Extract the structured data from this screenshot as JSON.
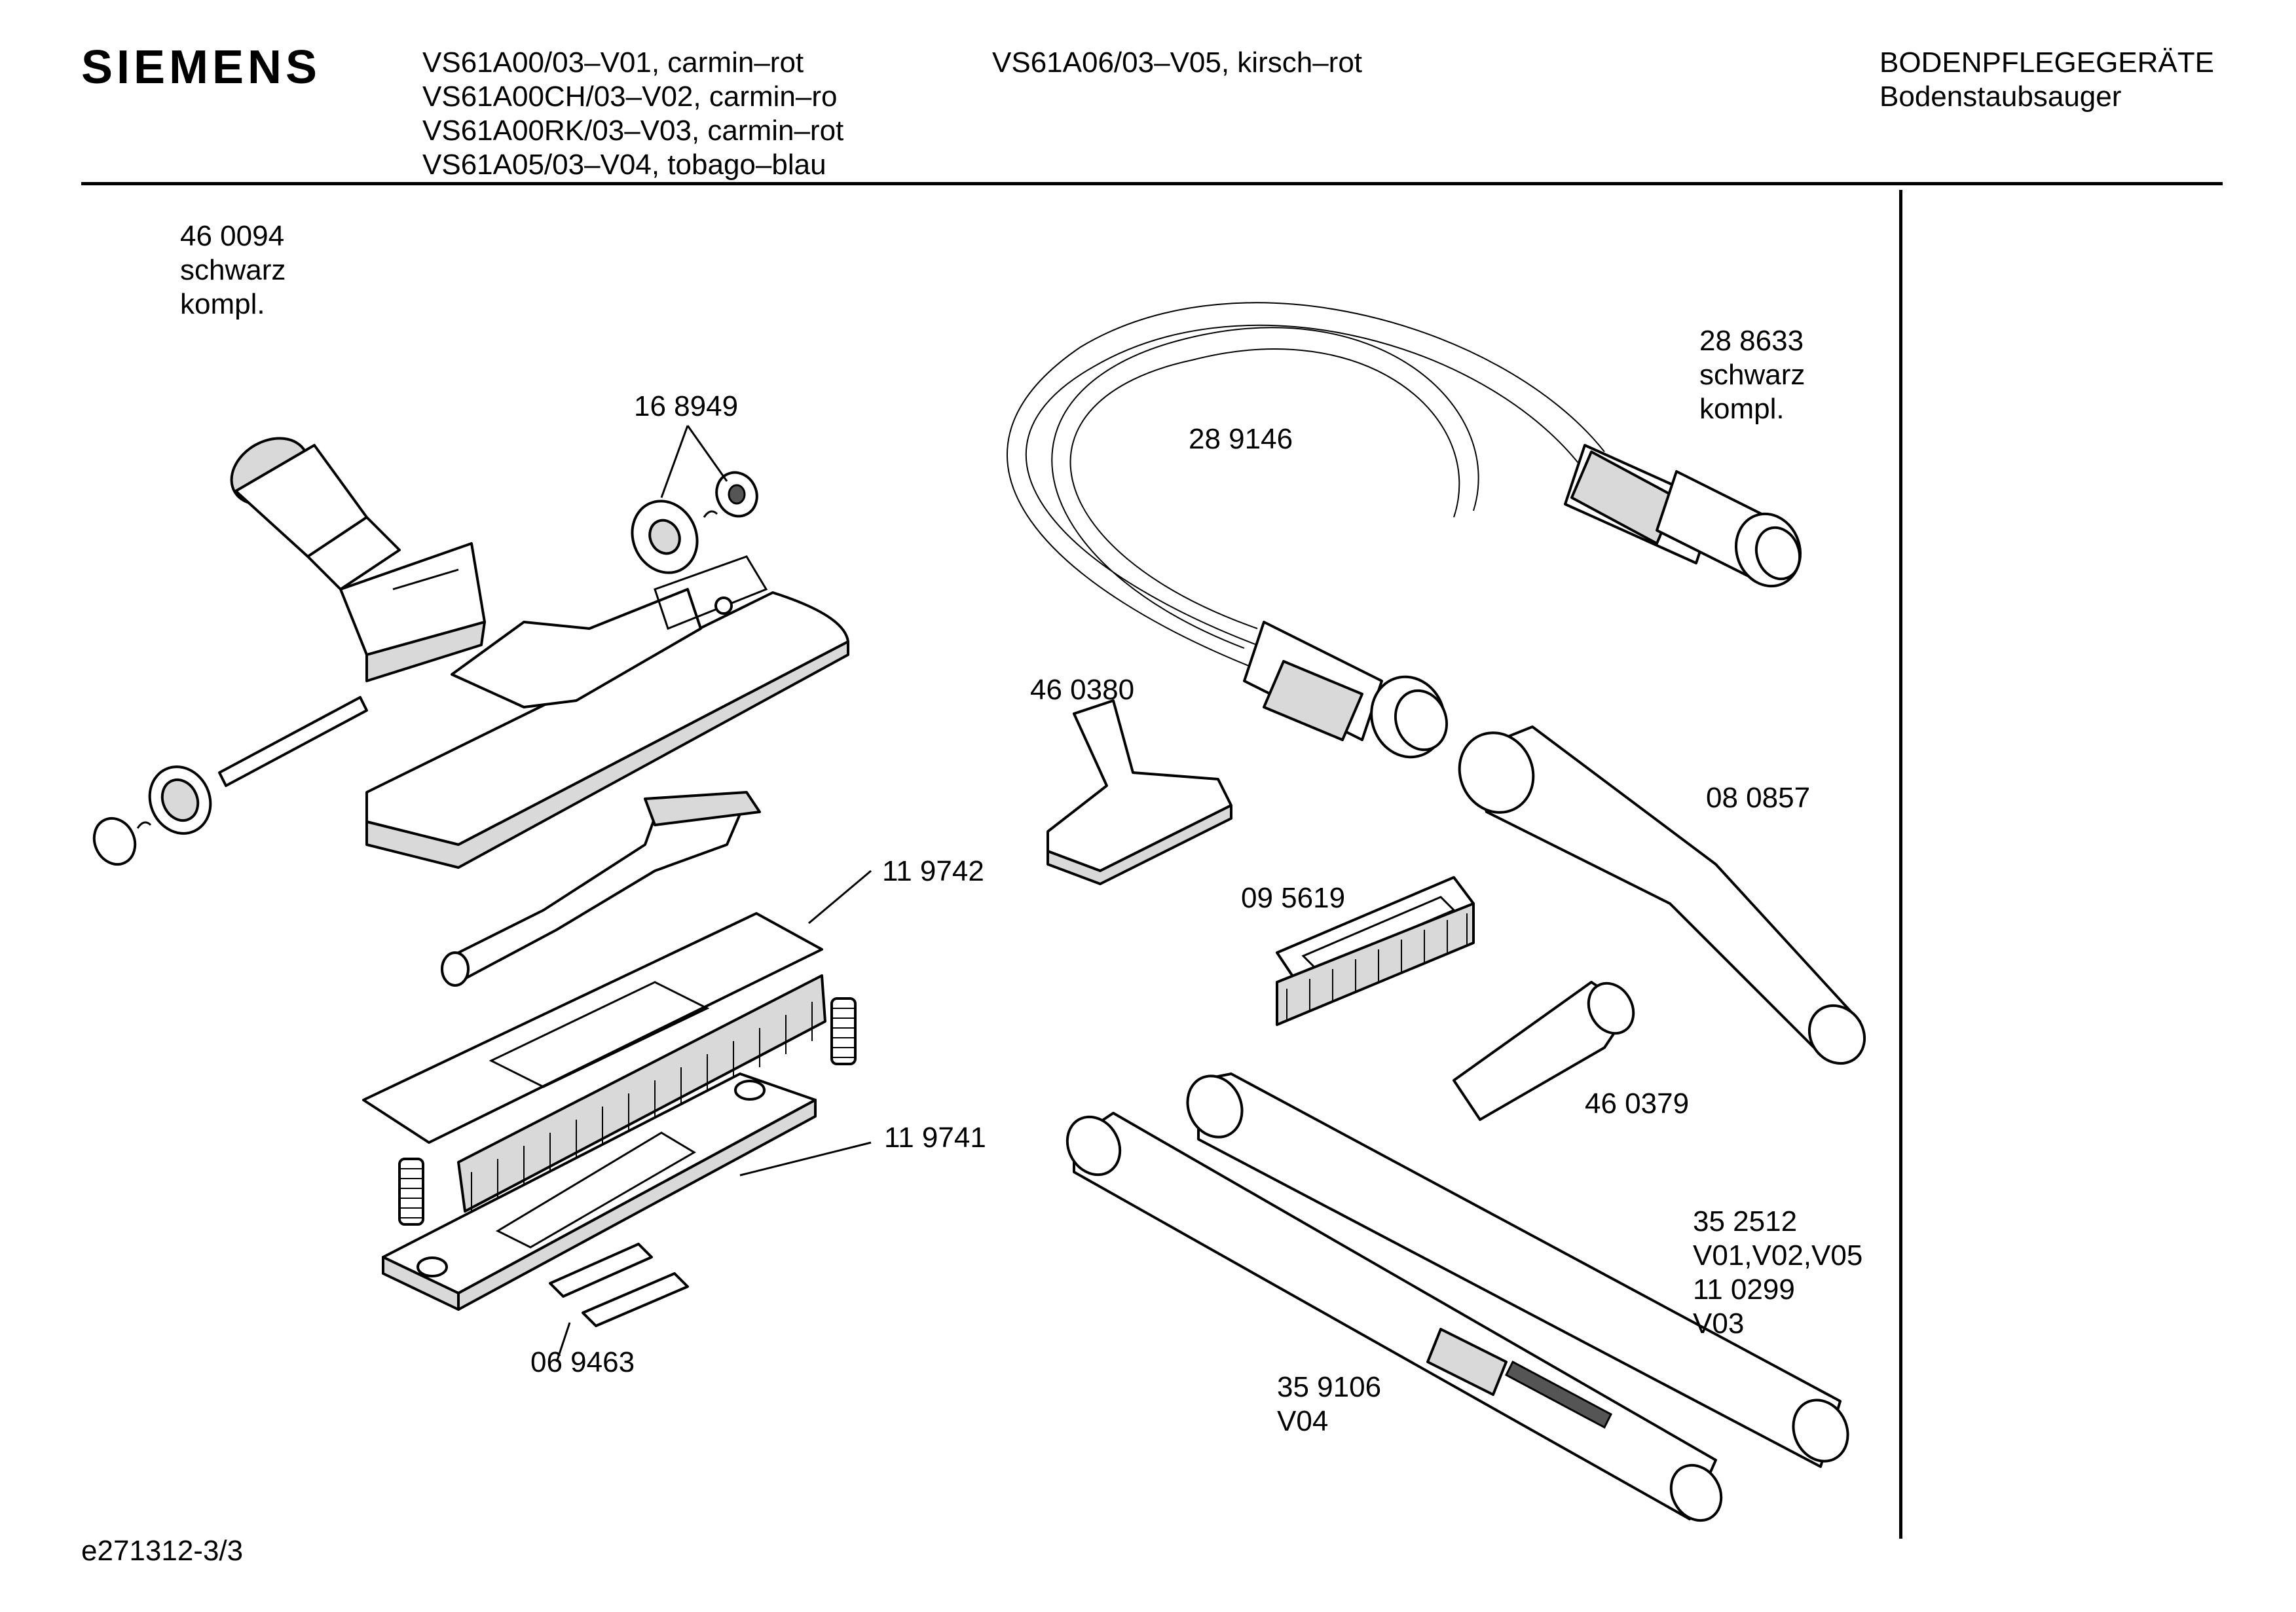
{
  "header": {
    "brand": "SIEMENS",
    "models_col1": [
      "VS61A00/03–V01, carmin–rot",
      "VS61A00CH/03–V02, carmin–ro",
      "VS61A00RK/03–V03, carmin–rot",
      "VS61A05/03–V04, tobago–blau"
    ],
    "models_col2": [
      "VS61A06/03–V05, kirsch–rot"
    ],
    "category": "BODENPFLEGEGERÄTE",
    "subcategory": "Bodenstaubsauger"
  },
  "parts": {
    "p460094": [
      "46 0094",
      "schwarz",
      "kompl."
    ],
    "p168949": "16 8949",
    "p289146": "28 9146",
    "p288633": [
      "28 8633",
      "schwarz",
      "kompl."
    ],
    "p460380": "46 0380",
    "p080857": "08 0857",
    "p119742": "11 9742",
    "p095619": "09 5619",
    "p119741": "11 9741",
    "p460379": "46 0379",
    "p352512": [
      "35 2512",
      "V01,V02,V05",
      "11 0299",
      "V03"
    ],
    "p069463": "06 9463",
    "p359106": [
      "35 9106",
      "V04"
    ]
  },
  "footer": {
    "doc_id": "e271312-3/3"
  }
}
